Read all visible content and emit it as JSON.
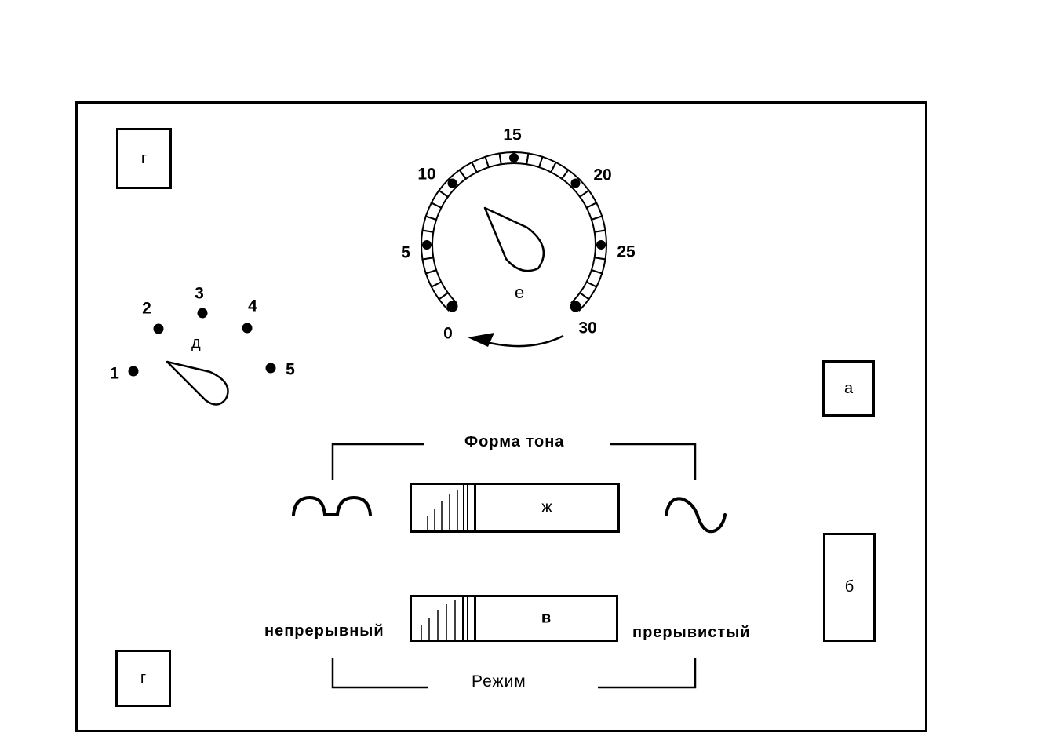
{
  "labels": {
    "top_left_square": "г",
    "bottom_left_square": "г",
    "right_square_a": "а",
    "right_square_b": "б",
    "left_knob": "д",
    "dial": "е",
    "tone_slider": "ж",
    "mode_slider": "в"
  },
  "dial_scale": [
    "0",
    "5",
    "10",
    "15",
    "20",
    "25",
    "30"
  ],
  "selector_positions": [
    "1",
    "2",
    "3",
    "4",
    "5"
  ],
  "tone_form": {
    "title": "Форма тона"
  },
  "mode": {
    "title": "Режим",
    "left": "непрерывный",
    "right": "прерывистый"
  },
  "icons": {
    "tone_left": "pulsed-wave-icon",
    "tone_right": "sine-wave-icon"
  }
}
